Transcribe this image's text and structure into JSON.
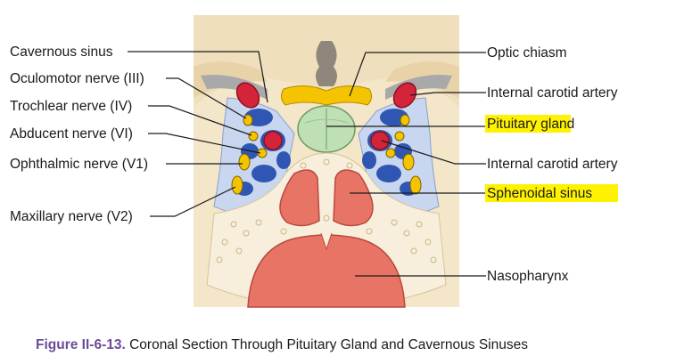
{
  "labels": {
    "cavernous_sinus": "Cavernous sinus",
    "oculomotor": "Oculomotor nerve (III)",
    "trochlear": "Trochlear nerve (IV)",
    "abducent": "Abducent nerve (VI)",
    "ophthalmic": "Ophthalmic nerve (V1)",
    "maxillary": "Maxillary nerve (V2)",
    "optic_chiasm": "Optic chiasm",
    "internal_carotid_upper": "Internal carotid artery",
    "pituitary": "Pituitary gland",
    "internal_carotid_lower": "Internal carotid artery",
    "sphenoidal": "Sphenoidal sinus",
    "nasopharynx": "Nasopharynx"
  },
  "highlighted": [
    "Pituitary gland",
    "Sphenoidal sinus"
  ],
  "caption": {
    "number": "Figure II-6-13.",
    "text": "Coronal Section Through Pituitary Gland and Cavernous Sinuses"
  },
  "colors": {
    "highlight": "#fff200",
    "caption_number": "#6b4c9a",
    "artery": "#d4243a",
    "venous_sinus": "#2f56b3",
    "nerve": "#f5c400",
    "pituitary": "#bfe0b5",
    "mucosa": "#e87466",
    "bone": "#f1e3c7"
  }
}
